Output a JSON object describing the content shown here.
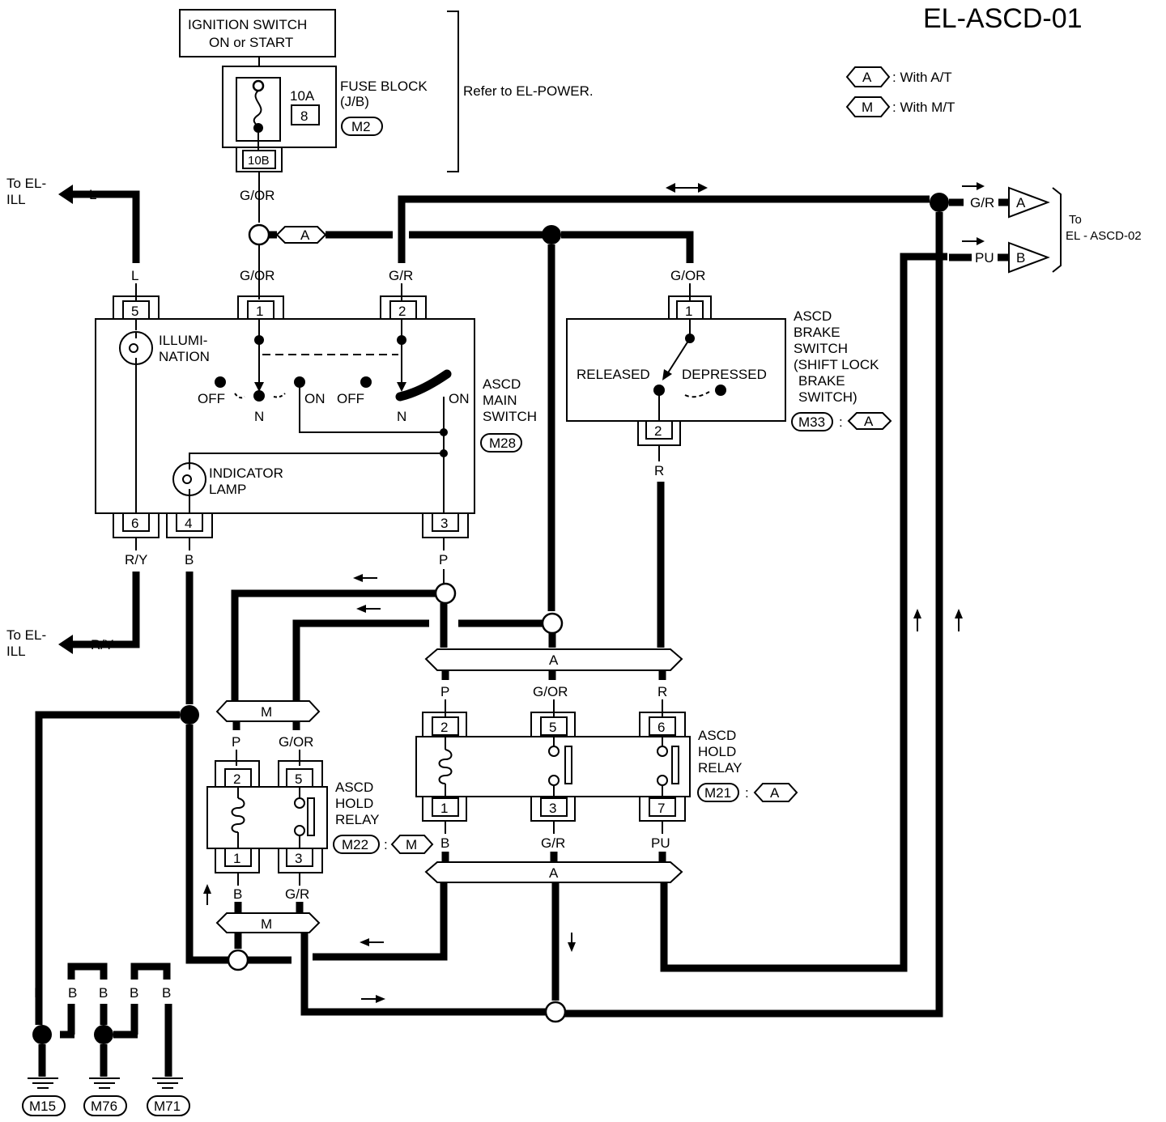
{
  "page_id": "EL-ASCD-01",
  "legend": {
    "a_code": "A",
    "a_text": ": With A/T",
    "m_code": "M",
    "m_text": ": With M/T"
  },
  "ignition_switch": {
    "line1": "IGNITION SWITCH",
    "line2": "ON or START"
  },
  "fuse_block": {
    "amp": "10A",
    "fuse_no": "8",
    "connector": "10B",
    "label_line1": "FUSE BLOCK",
    "label_line2": "(J/B)",
    "ref": "M2"
  },
  "refer_note": "Refer to EL-POWER.",
  "main_switch": {
    "label": [
      "ASCD",
      "MAIN",
      "SWITCH"
    ],
    "ref": "M28",
    "illum": [
      "ILLUMI-",
      "NATION"
    ],
    "indicator": [
      "INDICATOR",
      "LAMP"
    ],
    "terminals": [
      "5",
      "1",
      "2",
      "6",
      "4",
      "3"
    ],
    "positions": {
      "off": "OFF",
      "on": "ON",
      "n": "N"
    }
  },
  "brake_switch": {
    "label": [
      "ASCD",
      "BRAKE",
      "SWITCH",
      "(SHIFT LOCK",
      "BRAKE",
      "SWITCH)"
    ],
    "ref": "M33",
    "variant": "A",
    "released": "RELEASED",
    "depressed": "DEPRESSED",
    "terminals": [
      "1",
      "2"
    ]
  },
  "relay_at": {
    "label": [
      "ASCD",
      "HOLD",
      "RELAY"
    ],
    "ref": "M21",
    "variant": "A",
    "terminals": [
      "2",
      "5",
      "6",
      "1",
      "3",
      "7"
    ]
  },
  "relay_mt": {
    "label": [
      "ASCD",
      "HOLD",
      "RELAY"
    ],
    "ref": "M22",
    "variant": "M",
    "terminals": [
      "2",
      "5",
      "1",
      "3"
    ]
  },
  "to_ill": {
    "line1": "To EL-",
    "line2": "ILL"
  },
  "to_ascd02": {
    "line1": "To",
    "line2": "EL - ASCD-02"
  },
  "wire_colors": {
    "l": "L",
    "g_or": "G/OR",
    "g_r": "G/R",
    "r_y": "R/Y",
    "b": "B",
    "p": "P",
    "r": "R",
    "pu": "PU"
  },
  "variant_labels": {
    "a": "A",
    "m": "M",
    "b": "B"
  },
  "grounds": [
    "M15",
    "M76",
    "M71"
  ]
}
